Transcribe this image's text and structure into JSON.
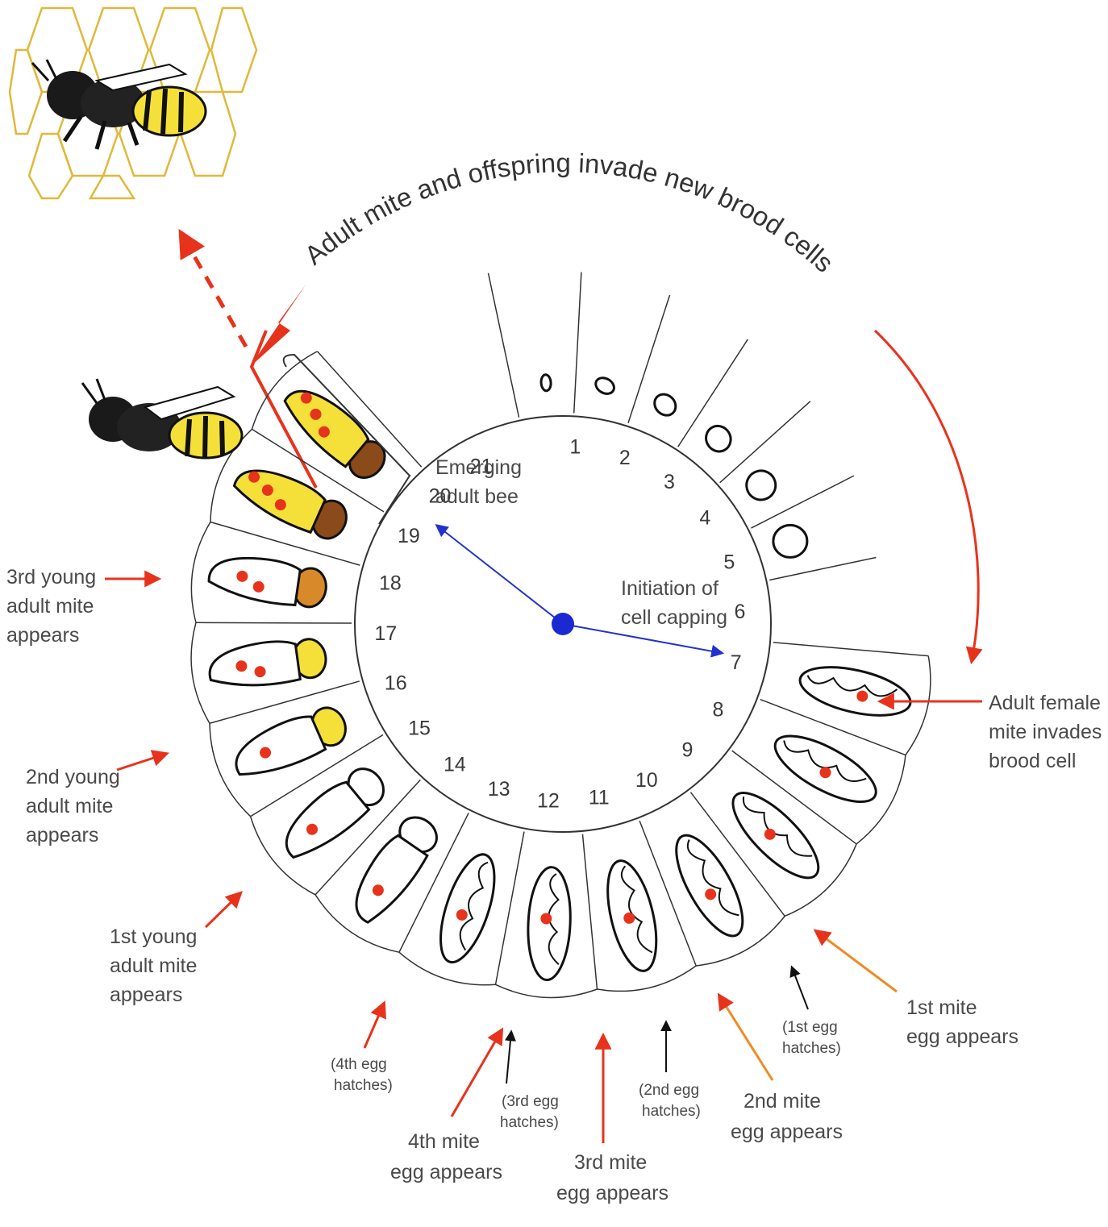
{
  "arc_title": "Adult mite and offspring invade new brood cells",
  "center_labels": {
    "emerging": [
      "Emerging",
      "adult bee"
    ],
    "capping": [
      "Initiation of",
      "cell capping"
    ]
  },
  "day_numbers": [
    "1",
    "2",
    "3",
    "4",
    "5",
    "6",
    "7",
    "8",
    "9",
    "10",
    "11",
    "12",
    "13",
    "14",
    "15",
    "16",
    "17",
    "18",
    "19",
    "20",
    "21"
  ],
  "annotations": {
    "third_young": [
      "3rd young",
      "adult mite",
      "appears"
    ],
    "second_young": [
      "2nd young",
      "adult mite",
      "appears"
    ],
    "first_young": [
      "1st young",
      "adult mite",
      "appears"
    ],
    "adult_female": [
      "Adult female",
      "mite invades",
      "brood cell"
    ],
    "first_egg": [
      "1st mite",
      "egg appears"
    ],
    "second_egg": [
      "2nd mite",
      "egg appears"
    ],
    "third_egg": [
      "3rd mite",
      "egg appears"
    ],
    "fourth_egg": [
      "4th mite",
      "egg appears"
    ],
    "first_hatch": [
      "(1st egg",
      "hatches)"
    ],
    "second_hatch": [
      "(2nd egg",
      "hatches)"
    ],
    "third_hatch": [
      "(3rd egg",
      "hatches)"
    ],
    "fourth_hatch": [
      "(4th egg",
      "hatches)"
    ]
  },
  "colors": {
    "mite": "#e8331c",
    "arrow_red": "#e8331c",
    "arrow_orange": "#f08a24",
    "clock_hand": "#2233cc",
    "honeycomb": "#e0b83a",
    "bee_yellow": "#f5e03a",
    "pupa_brown": "#8a4a1a"
  },
  "icons": [
    "honeycomb-icon",
    "bee-icon",
    "larva-icon",
    "pupa-icon",
    "mite-dot-icon"
  ]
}
